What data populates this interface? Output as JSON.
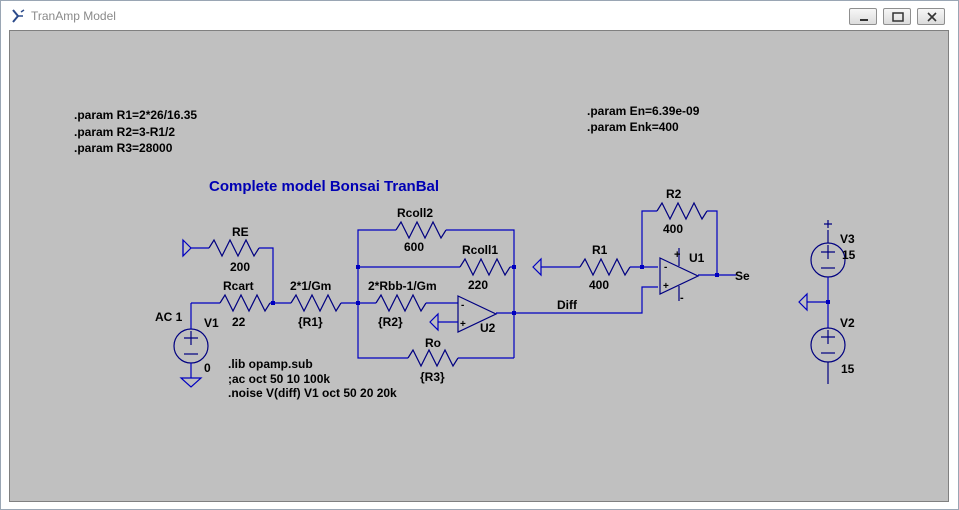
{
  "window": {
    "title": "TranAmp Model",
    "controls": {
      "minimize": "minimize",
      "maximize": "maximize",
      "close": "close"
    }
  },
  "directives": {
    "params_left": [
      ".param R1=2*26/16.35",
      ".param R2=3-R1/2",
      ".param R3=28000"
    ],
    "params_right": [
      ".param En=6.39e-09",
      ".param Enk=400"
    ],
    "sim": [
      ".lib opamp.sub",
      ";ac oct 50 10 100k",
      ".noise V(diff) V1 oct 50 20 20k"
    ]
  },
  "schematic_title": "Complete model Bonsai TranBal",
  "components": {
    "RE": {
      "name": "RE",
      "value": "200"
    },
    "Rcart": {
      "name": "Rcart",
      "value": "22"
    },
    "R_gm": {
      "name": "2*1/Gm",
      "value": "{R1}"
    },
    "R_rbb": {
      "name": "2*Rbb-1/Gm",
      "value": "{R2}"
    },
    "Rcoll2": {
      "name": "Rcoll2",
      "value": "600"
    },
    "Rcoll1": {
      "name": "Rcoll1",
      "value": "220"
    },
    "Ro": {
      "name": "Ro",
      "value": "{R3}"
    },
    "R1": {
      "name": "R1",
      "value": "400"
    },
    "R2": {
      "name": "R2",
      "value": "400"
    },
    "U1": {
      "name": "U1"
    },
    "U2": {
      "name": "U2"
    },
    "V1": {
      "name": "V1",
      "value": "0",
      "ac": "AC 1"
    },
    "V2": {
      "name": "V2",
      "value": "15"
    },
    "V3": {
      "name": "V3",
      "value": "15"
    }
  },
  "nets": {
    "diff": "Diff",
    "se": "Se"
  },
  "pins": {
    "plus": "+",
    "minus": "-"
  },
  "colors": {
    "background": "#c0c0c0",
    "wire": "#0000c0",
    "component": "#000080",
    "title": "#0000b4"
  }
}
